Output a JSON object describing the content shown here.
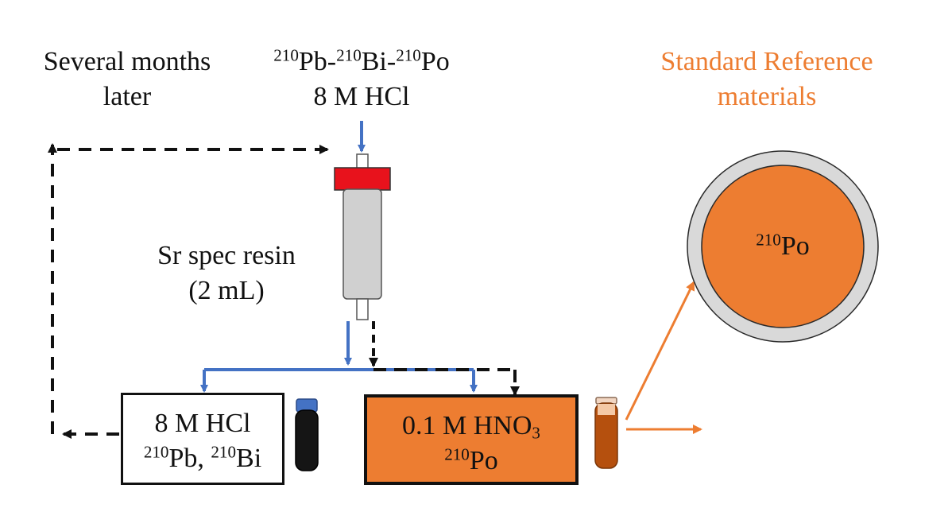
{
  "labels": {
    "several_months_1": "Several months",
    "several_months_2": "later",
    "isotopes_top": {
      "pb_mass": "210",
      "pb": "Pb-",
      "bi_mass": "210",
      "bi": "Bi-",
      "po_mass": "210",
      "po": "Po"
    },
    "load_solution": "8 M HCl",
    "resin_1": "Sr spec resin",
    "resin_2": "(2 mL)",
    "standard_1": "Standard Reference",
    "standard_2": "materials"
  },
  "boxes": {
    "hcl_fraction": {
      "line1": "8 M HCl",
      "pb_mass": "210",
      "pb": "Pb, ",
      "bi_mass": "210",
      "bi": "Bi"
    },
    "hno3_fraction": {
      "prefix": "0.1 M HNO",
      "subscript": "3",
      "po_mass": "210",
      "po": "Po"
    }
  },
  "disc": {
    "po_mass": "210",
    "po": "Po"
  },
  "colors": {
    "orange": "#ED7D31",
    "blue": "#4472C4",
    "red_cap": "#E8121C",
    "resin_gray": "#D0D0D0",
    "disc_ring": "#D9D9D9",
    "tube_dark": "#151515",
    "tube_brown": "#B5500E"
  }
}
